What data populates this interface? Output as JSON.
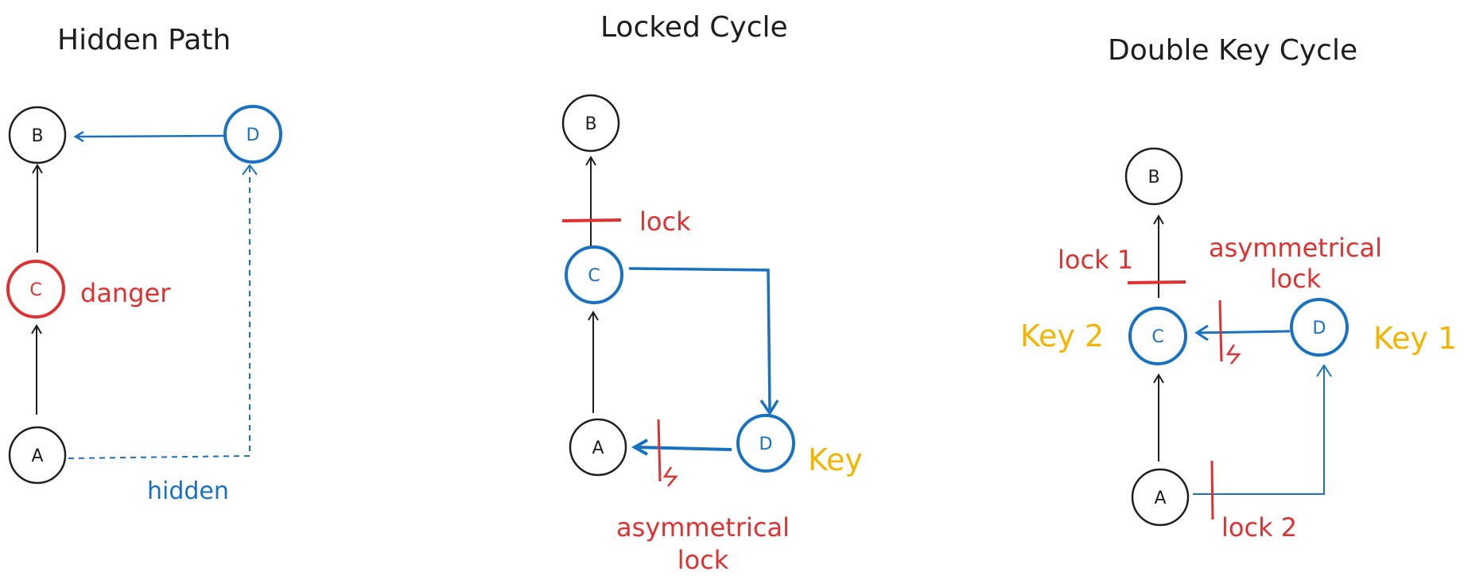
{
  "colors": {
    "ink": "#1e1e1e",
    "blue": "#1971c2",
    "red": "#e03131",
    "orange": "#f5b400"
  },
  "diagrams": [
    {
      "title": "Hidden Path",
      "nodes": {
        "B": "B",
        "D": "D",
        "C": "C",
        "A": "A"
      },
      "labels": {
        "danger": "danger",
        "hidden": "hidden"
      }
    },
    {
      "title": "Locked Cycle",
      "nodes": {
        "B": "B",
        "C": "C",
        "A": "A",
        "D": "D"
      },
      "labels": {
        "lock": "lock",
        "key": "Key",
        "asym_1": "asymmetrical",
        "asym_2": "lock"
      }
    },
    {
      "title": "Double Key Cycle",
      "nodes": {
        "B": "B",
        "C": "C",
        "D": "D",
        "A": "A"
      },
      "labels": {
        "lock1": "lock 1",
        "asym_1": "asymmetrical",
        "asym_2": "lock",
        "key2": "Key 2",
        "key1": "Key 1",
        "lock2": "lock 2"
      }
    }
  ]
}
